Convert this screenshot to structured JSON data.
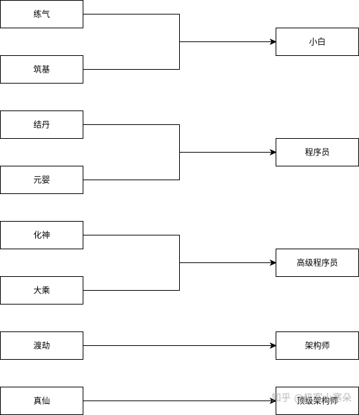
{
  "diagram": {
    "nodes": [
      {
        "id": "n1",
        "label": "练气"
      },
      {
        "id": "n2",
        "label": "筑基"
      },
      {
        "id": "n3",
        "label": "结丹"
      },
      {
        "id": "n4",
        "label": "元婴"
      },
      {
        "id": "n5",
        "label": "化神"
      },
      {
        "id": "n6",
        "label": "大乘"
      },
      {
        "id": "n7",
        "label": "渡劫"
      },
      {
        "id": "n8",
        "label": "真仙"
      },
      {
        "id": "t1",
        "label": "小白"
      },
      {
        "id": "t2",
        "label": "程序员"
      },
      {
        "id": "t3",
        "label": "高级程序员"
      },
      {
        "id": "t4",
        "label": "架构师"
      },
      {
        "id": "t5",
        "label": "顶级架构师"
      }
    ],
    "edges": [
      {
        "from": [
          "n1",
          "n2"
        ],
        "to": "t1"
      },
      {
        "from": [
          "n3",
          "n4"
        ],
        "to": "t2"
      },
      {
        "from": [
          "n5",
          "n6"
        ],
        "to": "t3"
      },
      {
        "from": [
          "n7"
        ],
        "to": "t4"
      },
      {
        "from": [
          "n8"
        ],
        "to": "t5"
      }
    ]
  },
  "watermark": "知乎 @极客小寒朵"
}
